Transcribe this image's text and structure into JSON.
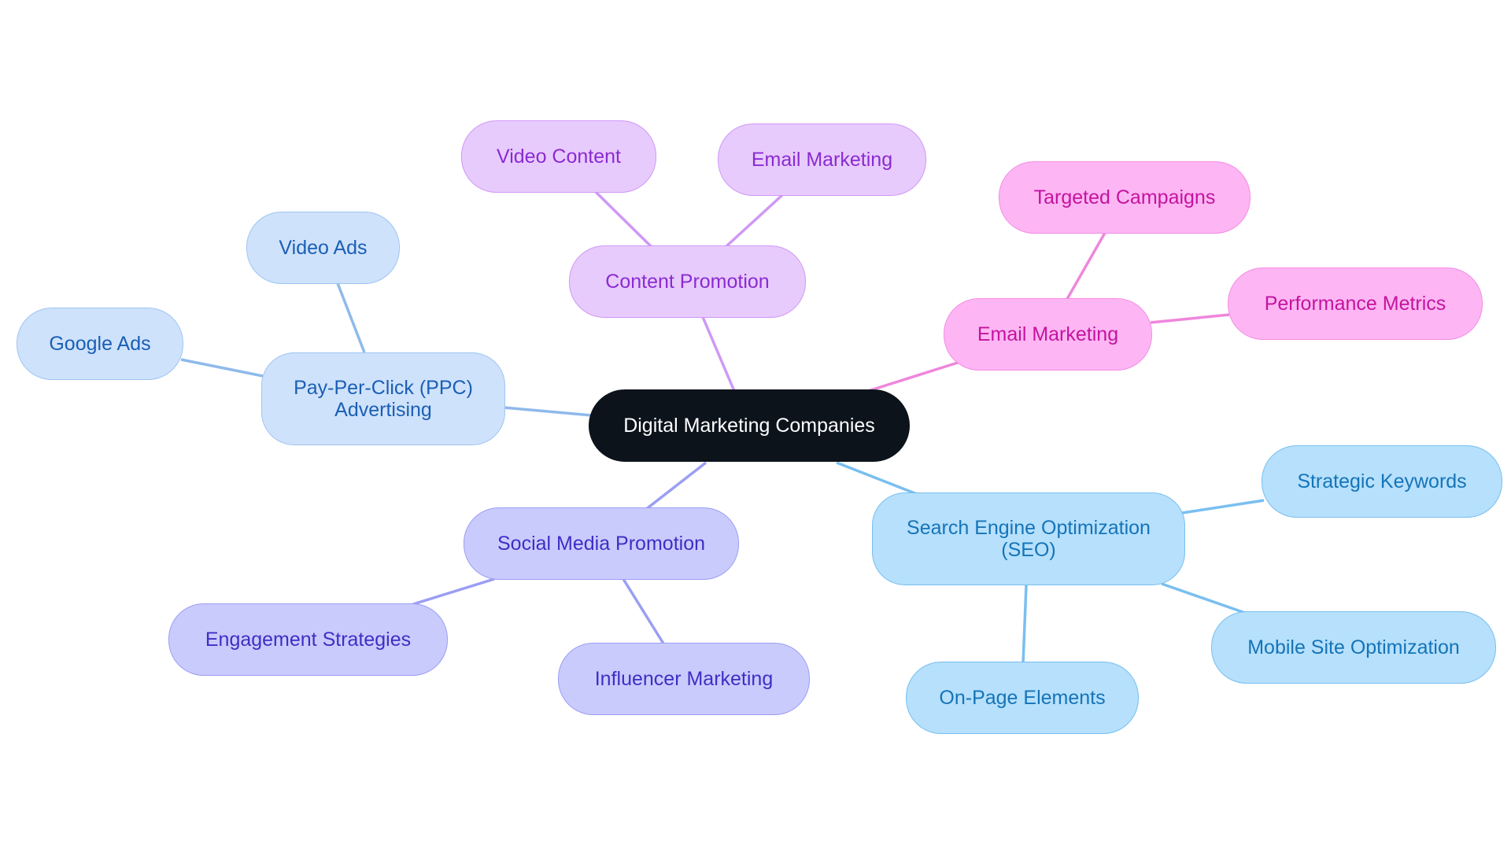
{
  "root": {
    "label": "Digital Marketing Companies"
  },
  "branches": {
    "ppc": {
      "label": "Pay-Per-Click (PPC) Advertising",
      "children": [
        "Video Ads",
        "Google Ads"
      ]
    },
    "content_promotion": {
      "label": "Content Promotion",
      "children": [
        "Video Content",
        "Email Marketing"
      ]
    },
    "email_marketing": {
      "label": "Email Marketing",
      "children": [
        "Targeted Campaigns",
        "Performance Metrics"
      ]
    },
    "social_media": {
      "label": "Social Media Promotion",
      "children": [
        "Engagement Strategies",
        "Influencer Marketing"
      ]
    },
    "seo": {
      "label": "Search Engine Optimization (SEO)",
      "children": [
        "Strategic Keywords",
        "Mobile Site Optimization",
        "On-Page Elements"
      ]
    }
  },
  "colors": {
    "root": "#0d131b",
    "ppc": "#cfe2fb",
    "content_promotion": "#e8cbfd",
    "email_marketing": "#fdb6f3",
    "social_media": "#cacbfd",
    "seo": "#b6e0fc"
  }
}
